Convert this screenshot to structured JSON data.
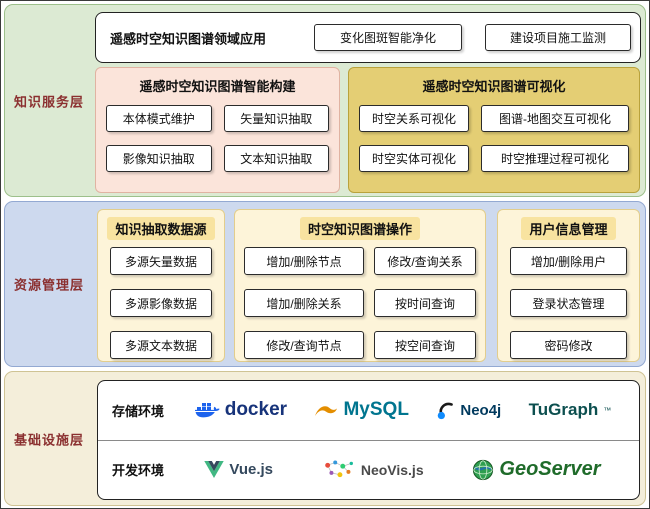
{
  "left_labels": {
    "service": "知识服务层",
    "resource": "资源管理层",
    "infra": "基础设施层"
  },
  "service_layer": {
    "domain_app": {
      "title": "遥感时空知识图谱领域应用",
      "items": [
        "变化图斑智能净化",
        "建设项目施工监测"
      ]
    },
    "construction": {
      "title": "遥感时空知识图谱智能构建",
      "items": [
        "本体模式维护",
        "矢量知识抽取",
        "影像知识抽取",
        "文本知识抽取"
      ]
    },
    "visualization": {
      "title": "遥感时空知识图谱可视化",
      "items": [
        "时空关系可视化",
        "图谱-地图交互可视化",
        "时空实体可视化",
        "时空推理过程可视化"
      ]
    }
  },
  "resource_layer": {
    "datasource": {
      "title": "知识抽取数据源",
      "items": [
        "多源矢量数据",
        "多源影像数据",
        "多源文本数据"
      ]
    },
    "operations": {
      "title": "时空知识图谱操作",
      "items": [
        "增加/删除节点",
        "修改/查询关系",
        "增加/删除关系",
        "按时间查询",
        "修改/查询节点",
        "按空间查询"
      ]
    },
    "user_mgmt": {
      "title": "用户信息管理",
      "items": [
        "增加/删除用户",
        "登录状态管理",
        "密码修改"
      ]
    }
  },
  "infra_layer": {
    "storage": {
      "label": "存储环境",
      "tools": [
        "docker",
        "MySQL",
        "Neo4j",
        "TuGraph"
      ]
    },
    "dev": {
      "label": "开发环境",
      "tools": [
        "Vue.js",
        "NeoVis.js",
        "GeoServer"
      ]
    }
  },
  "colors": {
    "service_bg": "#dcead3",
    "resource_bg": "#cdd9ee",
    "infra_bg": "#f4eeda",
    "construction_bg": "#fbe4da",
    "visualization_bg": "#e4ce74",
    "cream_bg": "#fdf4d9",
    "layer_label": "#8b3030"
  }
}
